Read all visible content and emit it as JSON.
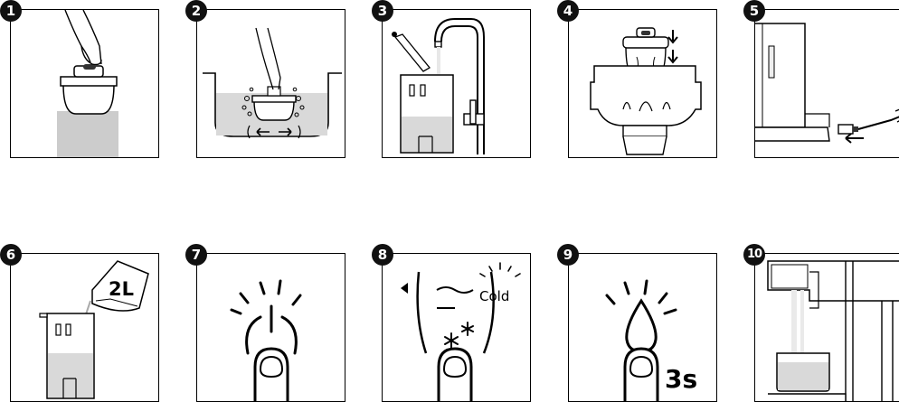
{
  "steps": [
    {
      "number": "1"
    },
    {
      "number": "2"
    },
    {
      "number": "3"
    },
    {
      "number": "4"
    },
    {
      "number": "5"
    },
    {
      "number": "6",
      "label": "2L"
    },
    {
      "number": "7"
    },
    {
      "number": "8",
      "label": "Cold"
    },
    {
      "number": "9",
      "label": "3s"
    },
    {
      "number": "10"
    }
  ]
}
